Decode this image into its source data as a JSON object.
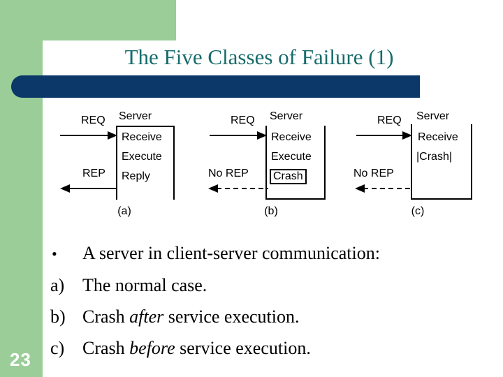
{
  "slide": {
    "title": "The Five Classes of Failure (1)",
    "number": "23",
    "colors": {
      "green": "#9ACD97",
      "navy": "#0B3868",
      "title_teal": "#176B6B",
      "background": "#FFFFFF",
      "figure_ink": "#000000"
    }
  },
  "figure": {
    "panels": [
      {
        "caption": "(a)",
        "server_label": "Server",
        "request_label": "REQ",
        "reply_label": "REP",
        "request_arrow": "solid-arrow-right",
        "reply_arrow": "solid-arrow-left",
        "steps": [
          "Receive",
          "Execute",
          "Reply"
        ],
        "crash": null,
        "closed_bottom": false
      },
      {
        "caption": "(b)",
        "server_label": "Server",
        "request_label": "REQ",
        "reply_label": "No REP",
        "request_arrow": "solid-arrow-right",
        "reply_arrow": "dashed-arrow-left",
        "steps": [
          "Receive",
          "Execute"
        ],
        "crash": "Crash",
        "closed_bottom": true
      },
      {
        "caption": "(c)",
        "server_label": "Server",
        "request_label": "REQ",
        "reply_label": "No REP",
        "request_arrow": "solid-arrow-right",
        "reply_arrow": "dashed-arrow-left",
        "steps": [
          "Receive"
        ],
        "crash": "|Crash|",
        "closed_bottom": true
      }
    ]
  },
  "bullets": [
    {
      "marker": "•",
      "text_before": "A server in client-server communication:",
      "emphasis": "",
      "text_after": ""
    },
    {
      "marker": "a)",
      "text_before": "The normal case.",
      "emphasis": "",
      "text_after": ""
    },
    {
      "marker": "b)",
      "text_before": "Crash ",
      "emphasis": "after",
      "text_after": " service execution."
    },
    {
      "marker": "c)",
      "text_before": "Crash ",
      "emphasis": "before",
      "text_after": " service execution."
    }
  ]
}
